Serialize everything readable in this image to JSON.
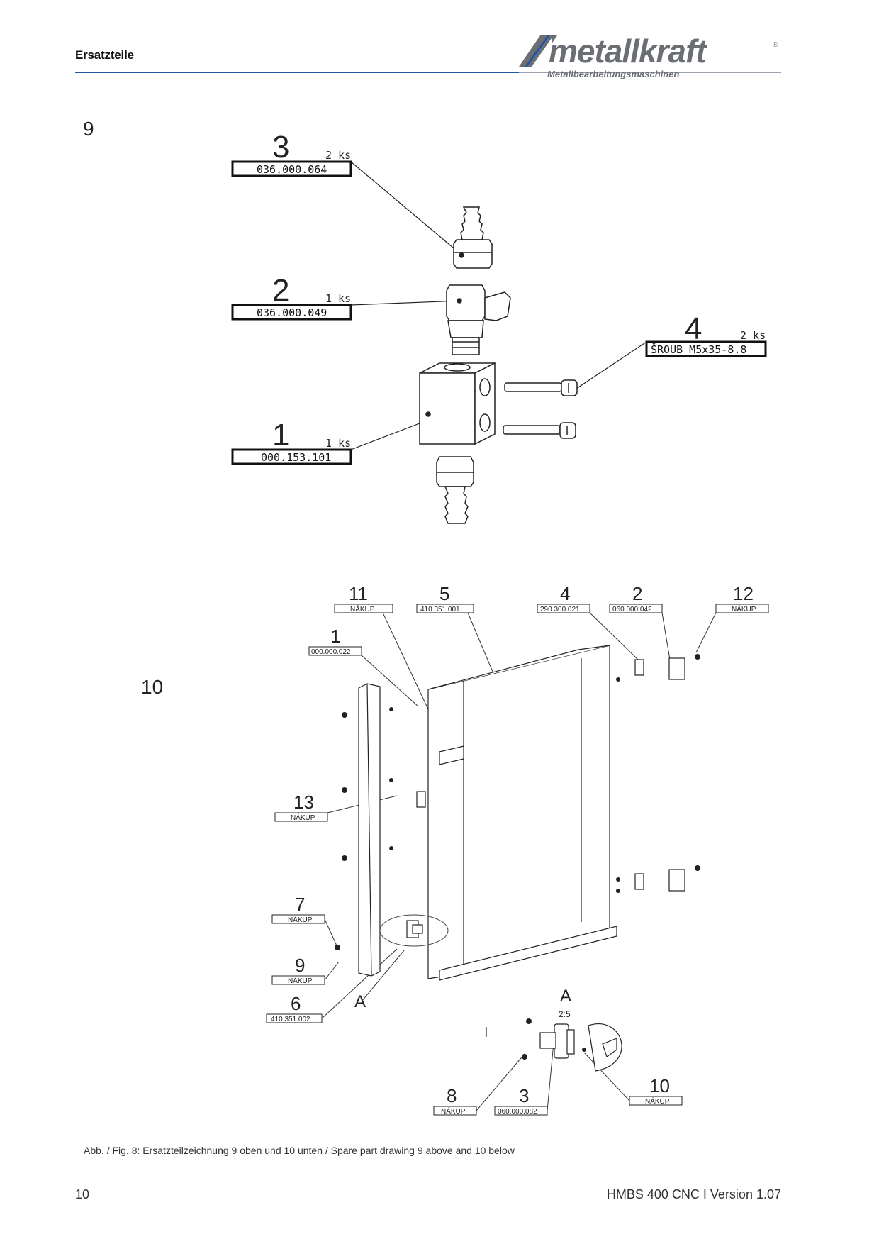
{
  "header": {
    "section_title": "Ersatzteile",
    "brand": "metallkraft",
    "brand_reg": "®",
    "brand_sub": "Metallbearbeitungsmaschinen",
    "colors": {
      "accent": "#2456a4",
      "logo_grey": "#6b6f74"
    }
  },
  "drawing9": {
    "figure_number": "9",
    "parts": [
      {
        "number": "3",
        "qty": "2 ks",
        "code": "036.000.064"
      },
      {
        "number": "2",
        "qty": "1 ks",
        "code": "036.000.049"
      },
      {
        "number": "1",
        "qty": "1 ks",
        "code": "000.153.101"
      },
      {
        "number": "4",
        "qty": "2 ks",
        "code": "ŠROUB M5x35-8.8"
      }
    ]
  },
  "drawing10": {
    "figure_number": "10",
    "parts": [
      {
        "number": "11",
        "code": "NÁKUP"
      },
      {
        "number": "5",
        "code": "410.351.001"
      },
      {
        "number": "4",
        "code": "290.300.021"
      },
      {
        "number": "2",
        "code": "060.000.042"
      },
      {
        "number": "12",
        "code": "NÁKUP"
      },
      {
        "number": "1",
        "code": "000.000.022"
      },
      {
        "number": "13",
        "code": "NÁKUP"
      },
      {
        "number": "7",
        "code": "NÁKUP"
      },
      {
        "number": "9",
        "code": "NÁKUP"
      },
      {
        "number": "6",
        "code": "410.351.002"
      },
      {
        "number": "8",
        "code": "NÁKUP"
      },
      {
        "number": "3",
        "code": "060.000.082"
      },
      {
        "number": "10",
        "code": "NÁKUP"
      }
    ],
    "detail_label": "A",
    "detail_title": "A",
    "detail_scale": "2:5"
  },
  "caption": "Abb. / Fig. 8: Ersatzteilzeichnung 9 oben und 10 unten / Spare part drawing 9 above and 10 below",
  "footer": {
    "page_number": "10",
    "version": "HMBS 400 CNC I Version 1.07"
  }
}
